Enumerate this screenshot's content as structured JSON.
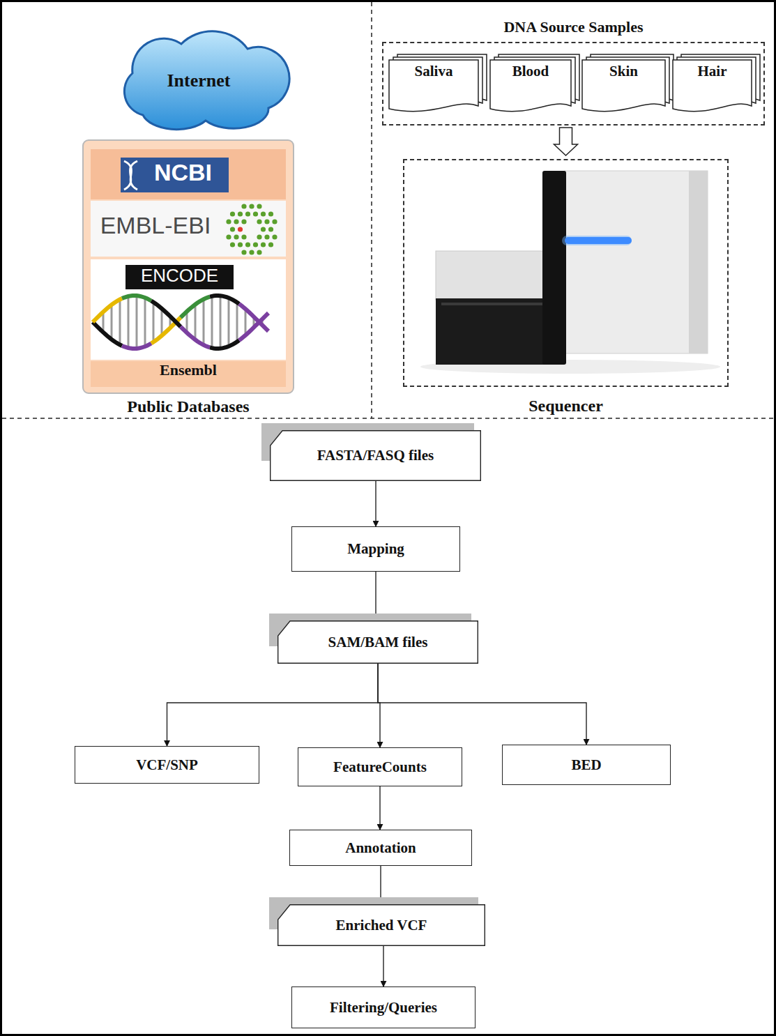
{
  "diagram": {
    "nodes": [
      {
        "text": [
          "Internet"
        ]
      },
      {
        "text": [
          "NCBI",
          "EMBL-EBI",
          "ENCODE",
          "Ensembl",
          "Public Databases"
        ]
      },
      {
        "text": [
          "DNA Source Samples"
        ]
      },
      {
        "text": [
          "Saliva"
        ],
        "in": 2
      },
      {
        "text": [
          "Blood"
        ],
        "in": 2
      },
      {
        "text": [
          "Skin"
        ],
        "in": 2
      },
      {
        "text": [
          "Hair"
        ],
        "in": 2
      },
      {
        "text": [
          "Sequencer"
        ]
      },
      {
        "text": [
          "FASTA/FASQ files"
        ]
      },
      {
        "text": [
          "Mapping"
        ]
      },
      {
        "text": [
          "SAM/BAM files"
        ]
      },
      {
        "text": [
          "VCF/SNP"
        ]
      },
      {
        "text": [
          "FeatureCounts"
        ]
      },
      {
        "text": [
          "BED"
        ]
      },
      {
        "text": [
          "Annotation"
        ]
      },
      {
        "text": [
          "Enriched VCF"
        ]
      },
      {
        "text": [
          "Filtering/Queries"
        ]
      }
    ],
    "edges": [
      {
        "from": 2,
        "to": 7,
        "arrow": "to"
      },
      {
        "from": 8,
        "to": 9,
        "arrow": "to"
      },
      {
        "from": 9,
        "to": 10,
        "arrow": "to"
      },
      {
        "from": 10,
        "to": 11,
        "arrow": "to"
      },
      {
        "from": 10,
        "to": 12,
        "arrow": "to"
      },
      {
        "from": 10,
        "to": 13,
        "arrow": "to"
      },
      {
        "from": 12,
        "to": 14,
        "arrow": "to"
      },
      {
        "from": 14,
        "to": 15,
        "arrow": "to"
      },
      {
        "from": 15,
        "to": 16,
        "arrow": "to"
      }
    ]
  }
}
